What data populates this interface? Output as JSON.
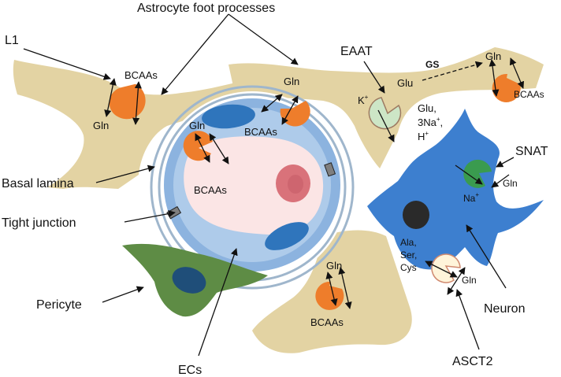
{
  "labels": {
    "astrocyte_foot_processes": "Astrocyte foot processes",
    "l1": "L1",
    "eaat": "EAAT",
    "snat": "SNAT",
    "basal_lamina": "Basal lamina",
    "tight_junction": "Tight junction",
    "pericyte": "Pericyte",
    "neuron": "Neuron",
    "ecs": "ECs",
    "asct2": "ASCT2",
    "gs": "GS"
  },
  "molecules": {
    "gln": "Gln",
    "bcaas": "BCAAs",
    "glu": "Glu",
    "glu_comma": "Glu,",
    "k": "K",
    "na_3": "3Na",
    "h": "H",
    "na": "Na",
    "plus": "+",
    "comma": ",",
    "ala": "Ala,",
    "ser": "Ser,",
    "cys": "Cys"
  },
  "colors": {
    "astrocyte": "#E3D3A3",
    "vessel_light": "#AECBEA",
    "vessel_mid": "#8CB3DF",
    "lumen": "#FBE5E5",
    "ec_nucleus": "#2F75BC",
    "red_cell": "#D9727A",
    "basal_ring": "#9FB6CC",
    "pericyte": "#5E8C45",
    "pericyte_nucleus": "#1F4E79",
    "neuron": "#3D7FCF",
    "neuron_nucleus": "#2A2A2A",
    "transporter_orange": "#EE7D2B",
    "eaat_green": "#CDE6C6",
    "snat_green": "#3A9B4F",
    "asct2_cream": "#FFF4DA"
  }
}
